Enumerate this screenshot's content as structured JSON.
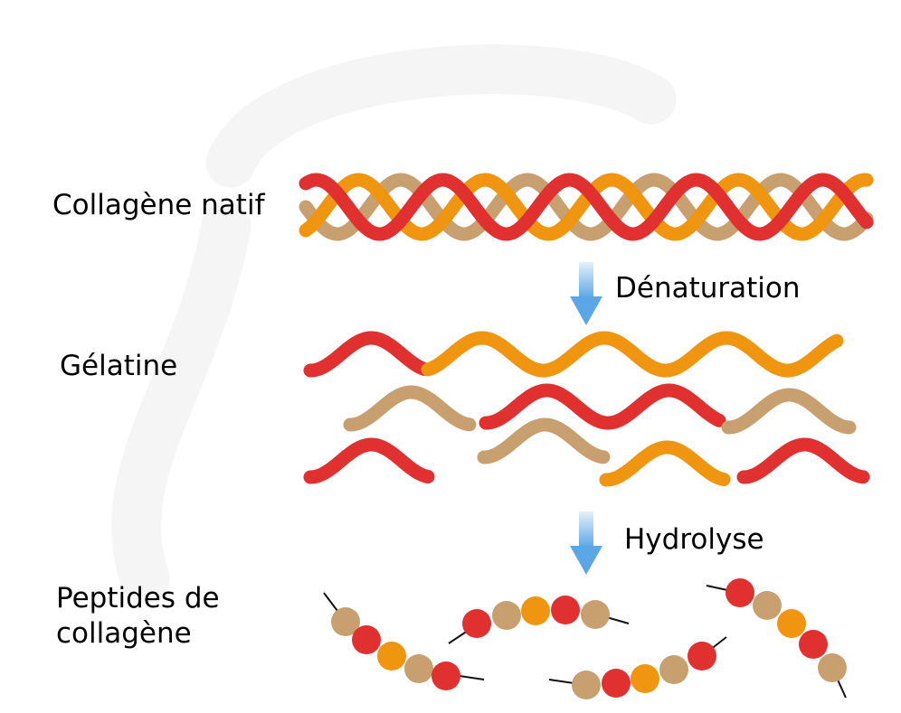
{
  "labels": {
    "native": "Collagène natif",
    "gelatin": "Gélatine",
    "peptides": "Peptides de\ncollagène",
    "denaturation": "Dénaturation",
    "hydrolysis": "Hydrolyse"
  },
  "colors": {
    "red": "#e03030",
    "orange": "#f0950f",
    "tan": "#c8a070",
    "arrow_top": "#e6f1fb",
    "arrow_bottom": "#5aa6e6",
    "background_swirl": "#f6f6f6"
  }
}
